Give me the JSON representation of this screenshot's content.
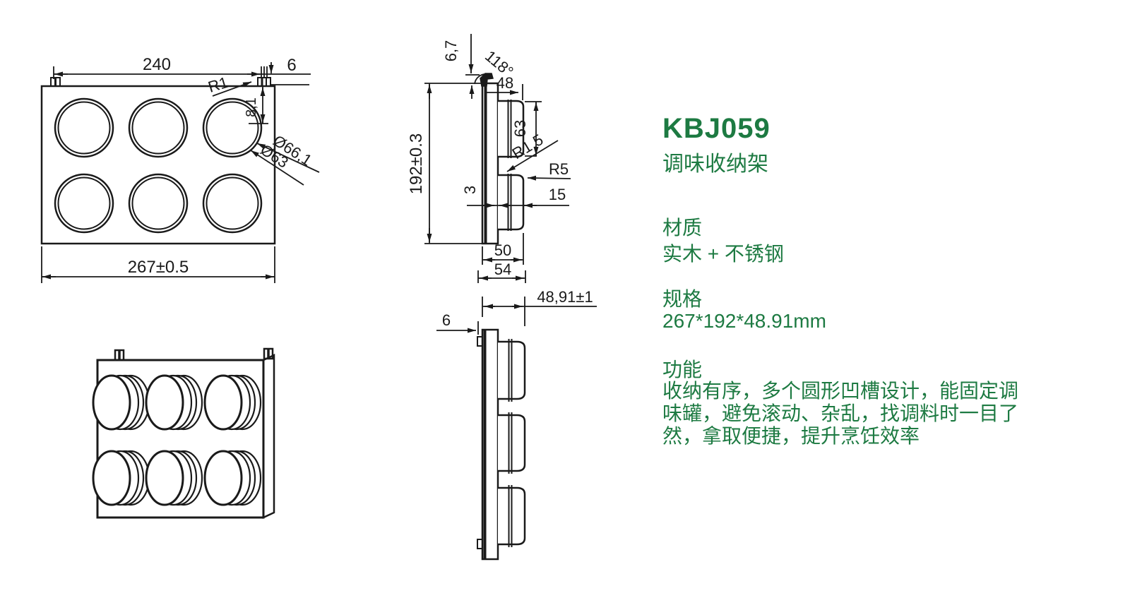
{
  "product": {
    "model": "KBJ059",
    "name": "调味收纳架"
  },
  "info": {
    "material_label": "材质",
    "material_value": "实木 + 不锈钢",
    "spec_label": "规格",
    "spec_value": "267*192*48.91mm",
    "feature_label": "功能",
    "feature_text": "收纳有序，多个圆形凹槽设计，能固定调味罐，避免滚动、杂乱，找调料时一目了然，拿取便捷，提升烹饪效率"
  },
  "dims": {
    "front_width_inner": "240",
    "front_tab": "6",
    "front_corner_radius": "R1",
    "front_hole_offset": "8,1",
    "front_hole_outer_dia": "Ø66,1",
    "front_hole_inner_dia": "Ø63",
    "front_width_total": "267±0.5",
    "side_hook_height": "6,7",
    "side_hook_angle": "118°",
    "side_depth_top": "48",
    "side_knob_height": "63",
    "side_fillet_radius": "R1,5",
    "side_corner_radius": "R5",
    "side_knob_depth": "15",
    "side_flange_thickness": "3",
    "side_height_total": "192±0.3",
    "side_depth_board": "50",
    "side_depth_total": "54",
    "top_board_thickness": "6",
    "top_depth_total": "48,91±1"
  },
  "colors": {
    "accent_green": "#1d7a42",
    "line_color": "#1a1a1a",
    "background": "#ffffff"
  }
}
